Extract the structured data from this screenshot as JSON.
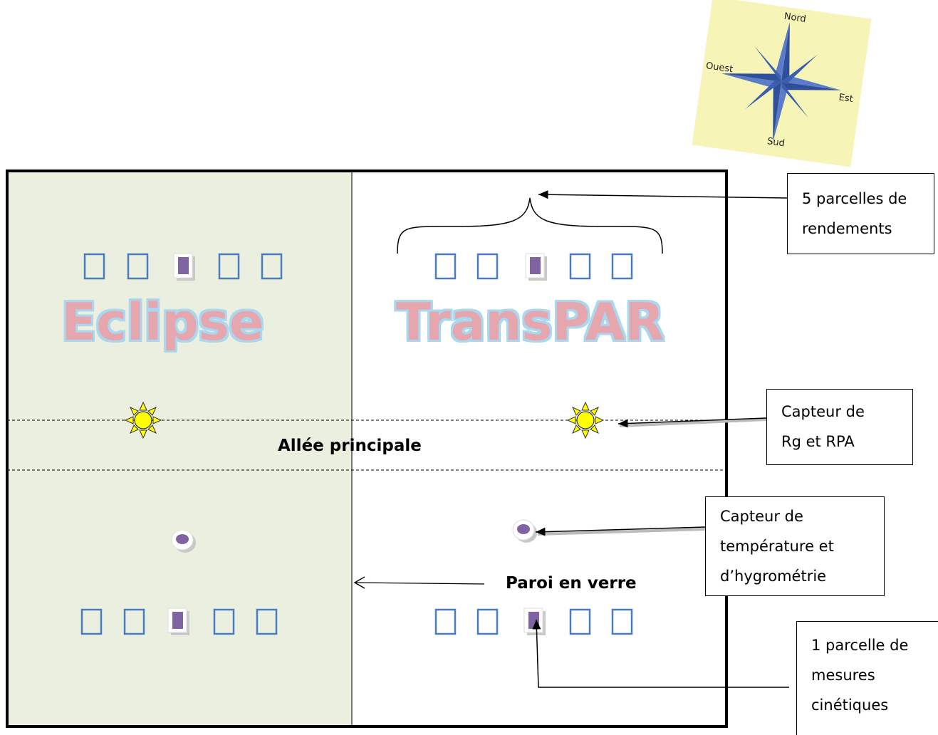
{
  "zones": {
    "left_name": "Eclipse",
    "right_name": "TransPAR",
    "left_fill": "#ebefe0",
    "right_fill": "#ffffff"
  },
  "aisle_label": "Allée principale",
  "wall_label": "Paroi en verre",
  "callouts": {
    "yield_plots": [
      "5 parcelles de",
      "rendements"
    ],
    "rg_sensor": [
      "Capteur de",
      "Rg et RPA"
    ],
    "temp_sensor": [
      "Capteur  de",
      "température et",
      "d’hygrométrie"
    ],
    "kinetic_plot": [
      "1 parcelle de",
      "mesures",
      "cinétiques"
    ]
  },
  "compass": {
    "north": "Nord",
    "south": "Sud",
    "east": "Est",
    "west": "Ouest"
  },
  "colors": {
    "plot_outline": "#4a7cc0",
    "kinetic_plot": "#8064a2",
    "sun": "#ffff00",
    "watermark_fill": "#e5a7ad",
    "watermark_outline": "#a9d7ef"
  }
}
